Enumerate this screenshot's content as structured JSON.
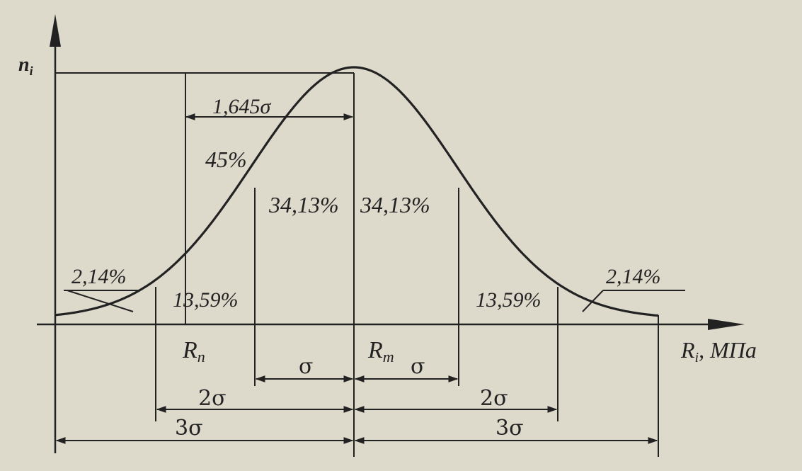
{
  "axes": {
    "y_label": "n",
    "y_sub": "i",
    "x_label_main": "R",
    "x_label_sub": "i",
    "x_label_unit": ", МПа"
  },
  "markers": {
    "rn_main": "R",
    "rn_sub": "n",
    "rm_main": "R",
    "rm_sub": "m"
  },
  "percentages": {
    "left_tail": "2,14%",
    "right_tail": "2,14%",
    "left_13": "13,59%",
    "right_13": "13,59%",
    "left_34": "34,13%",
    "right_34": "34,13%",
    "p45": "45%"
  },
  "dimensions": {
    "d1645": "1,645σ",
    "sigma_left": "σ",
    "sigma_right": "σ",
    "two_left": "2σ",
    "two_right": "2σ",
    "three_left": "3σ",
    "three_right": "3σ"
  },
  "colors": {
    "background": "#ddd9cb",
    "ink": "#222222"
  }
}
